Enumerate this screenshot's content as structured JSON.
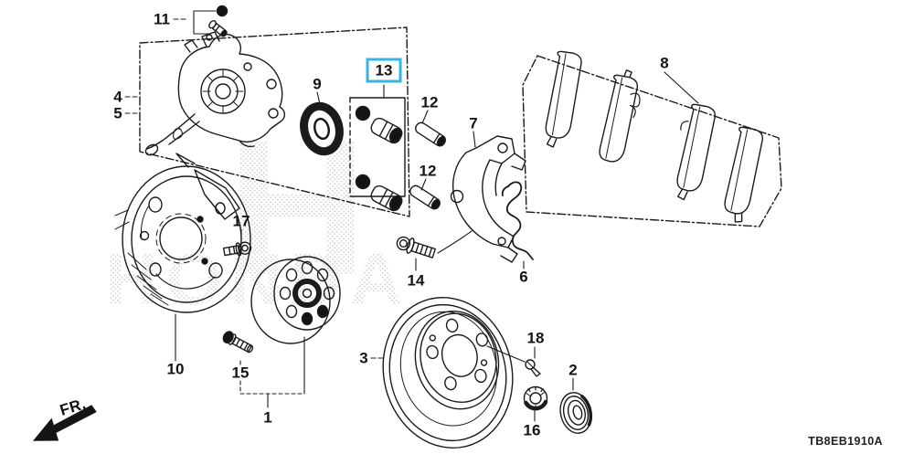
{
  "diagram_code": "TB8EB1910A",
  "orientation_label": "FR.",
  "watermark": {
    "logo_letter": "H",
    "brand": "HONDA"
  },
  "highlight": {
    "selected_part": "13",
    "color": "#35b6e0"
  },
  "callouts": {
    "p1": "1",
    "p2": "2",
    "p3": "3",
    "p4": "4",
    "p5": "5",
    "p6": "6",
    "p7": "7",
    "p8": "8",
    "p9": "9",
    "p10": "10",
    "p11": "11",
    "p12a": "12",
    "p12b": "12",
    "p13": "13",
    "p14": "14",
    "p15": "15",
    "p16": "16",
    "p17": "17",
    "p18": "18"
  }
}
